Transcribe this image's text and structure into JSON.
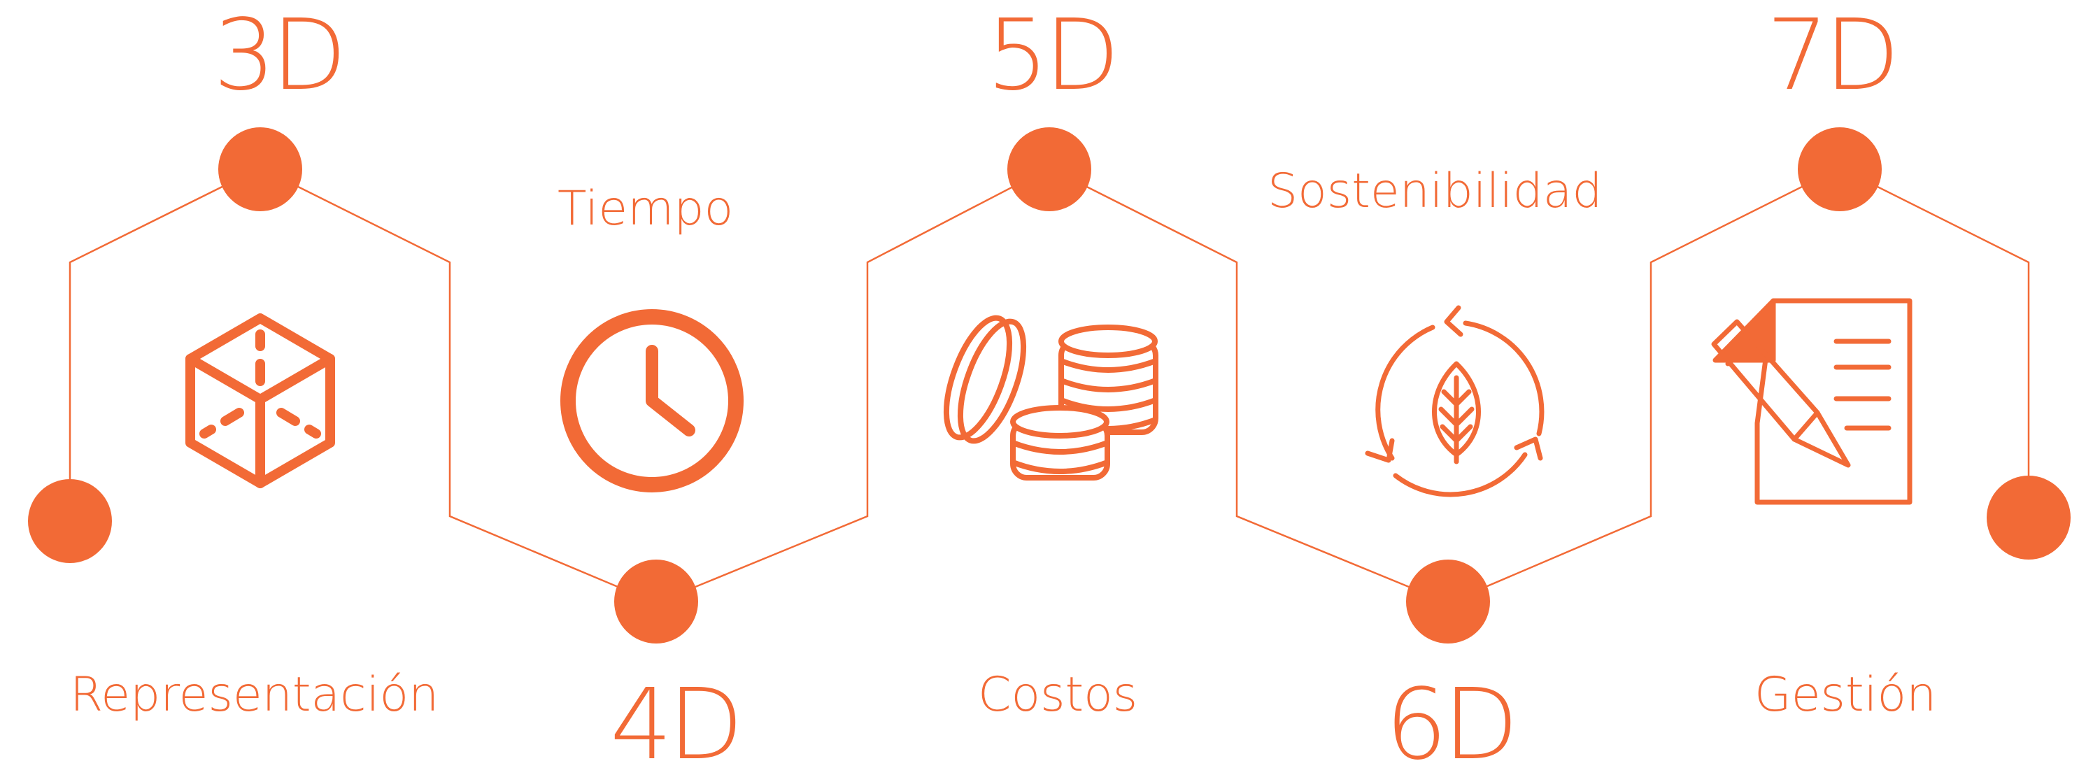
{
  "stages": [
    {
      "dimension": "3D",
      "label": "Representación",
      "icon": "cube-icon"
    },
    {
      "dimension": "4D",
      "label": "Tiempo",
      "icon": "clock-icon"
    },
    {
      "dimension": "5D",
      "label": "Costos",
      "icon": "coins-icon"
    },
    {
      "dimension": "6D",
      "label": "Sostenibilidad",
      "icon": "recycle-leaf-icon"
    },
    {
      "dimension": "7D",
      "label": "Gestión",
      "icon": "document-pencil-icon"
    }
  ],
  "colors": {
    "accent": "#F26A36",
    "background": "#FFFFFF"
  }
}
